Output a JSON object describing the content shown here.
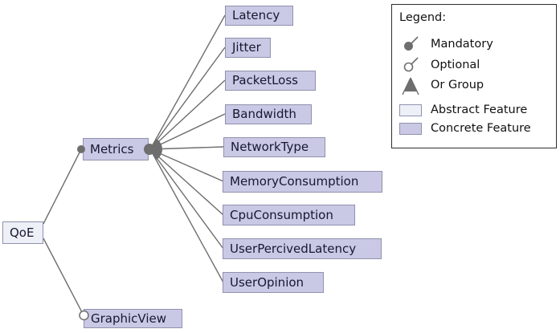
{
  "features": {
    "qoe": {
      "label": "QoE",
      "kind": "abstract"
    },
    "metrics": {
      "label": "Metrics",
      "kind": "concrete"
    },
    "graphicview": {
      "label": "GraphicView",
      "kind": "concrete"
    },
    "latency": {
      "label": "Latency",
      "kind": "concrete"
    },
    "jitter": {
      "label": "Jitter",
      "kind": "concrete"
    },
    "packetloss": {
      "label": "PacketLoss",
      "kind": "concrete"
    },
    "bandwidth": {
      "label": "Bandwidth",
      "kind": "concrete"
    },
    "networktype": {
      "label": "NetworkType",
      "kind": "concrete"
    },
    "memoryconsumption": {
      "label": "MemoryConsumption",
      "kind": "concrete"
    },
    "cpuconsumption": {
      "label": "CpuConsumption",
      "kind": "concrete"
    },
    "userpercivedlatency": {
      "label": "UserPercivedLatency",
      "kind": "concrete"
    },
    "useropinion": {
      "label": "UserOpinion",
      "kind": "concrete"
    }
  },
  "model": {
    "root": "QoE",
    "relations": [
      {
        "from": "QoE",
        "to": "Metrics",
        "type": "mandatory"
      },
      {
        "from": "QoE",
        "to": "GraphicView",
        "type": "optional"
      },
      {
        "from": "Metrics",
        "type": "or-group",
        "to": [
          "Latency",
          "Jitter",
          "PacketLoss",
          "Bandwidth",
          "NetworkType",
          "MemoryConsumption",
          "CpuConsumption",
          "UserPercivedLatency",
          "UserOpinion"
        ]
      }
    ]
  },
  "legend": {
    "title": "Legend:",
    "items": [
      {
        "label": "Mandatory",
        "icon": "mandatory-icon"
      },
      {
        "label": "Optional",
        "icon": "optional-icon"
      },
      {
        "label": "Or Group",
        "icon": "or-group-icon"
      },
      {
        "label": "Abstract Feature",
        "icon": "abstract-feature-swatch"
      },
      {
        "label": "Concrete Feature",
        "icon": "concrete-feature-swatch"
      }
    ]
  },
  "colors": {
    "concrete_fill": "#c9c9e6",
    "abstract_fill": "#eef0f8",
    "box_border": "#9191ad",
    "edge": "#6e6e6e",
    "text": "#17172f",
    "legend_border": "#2e2e2e"
  }
}
